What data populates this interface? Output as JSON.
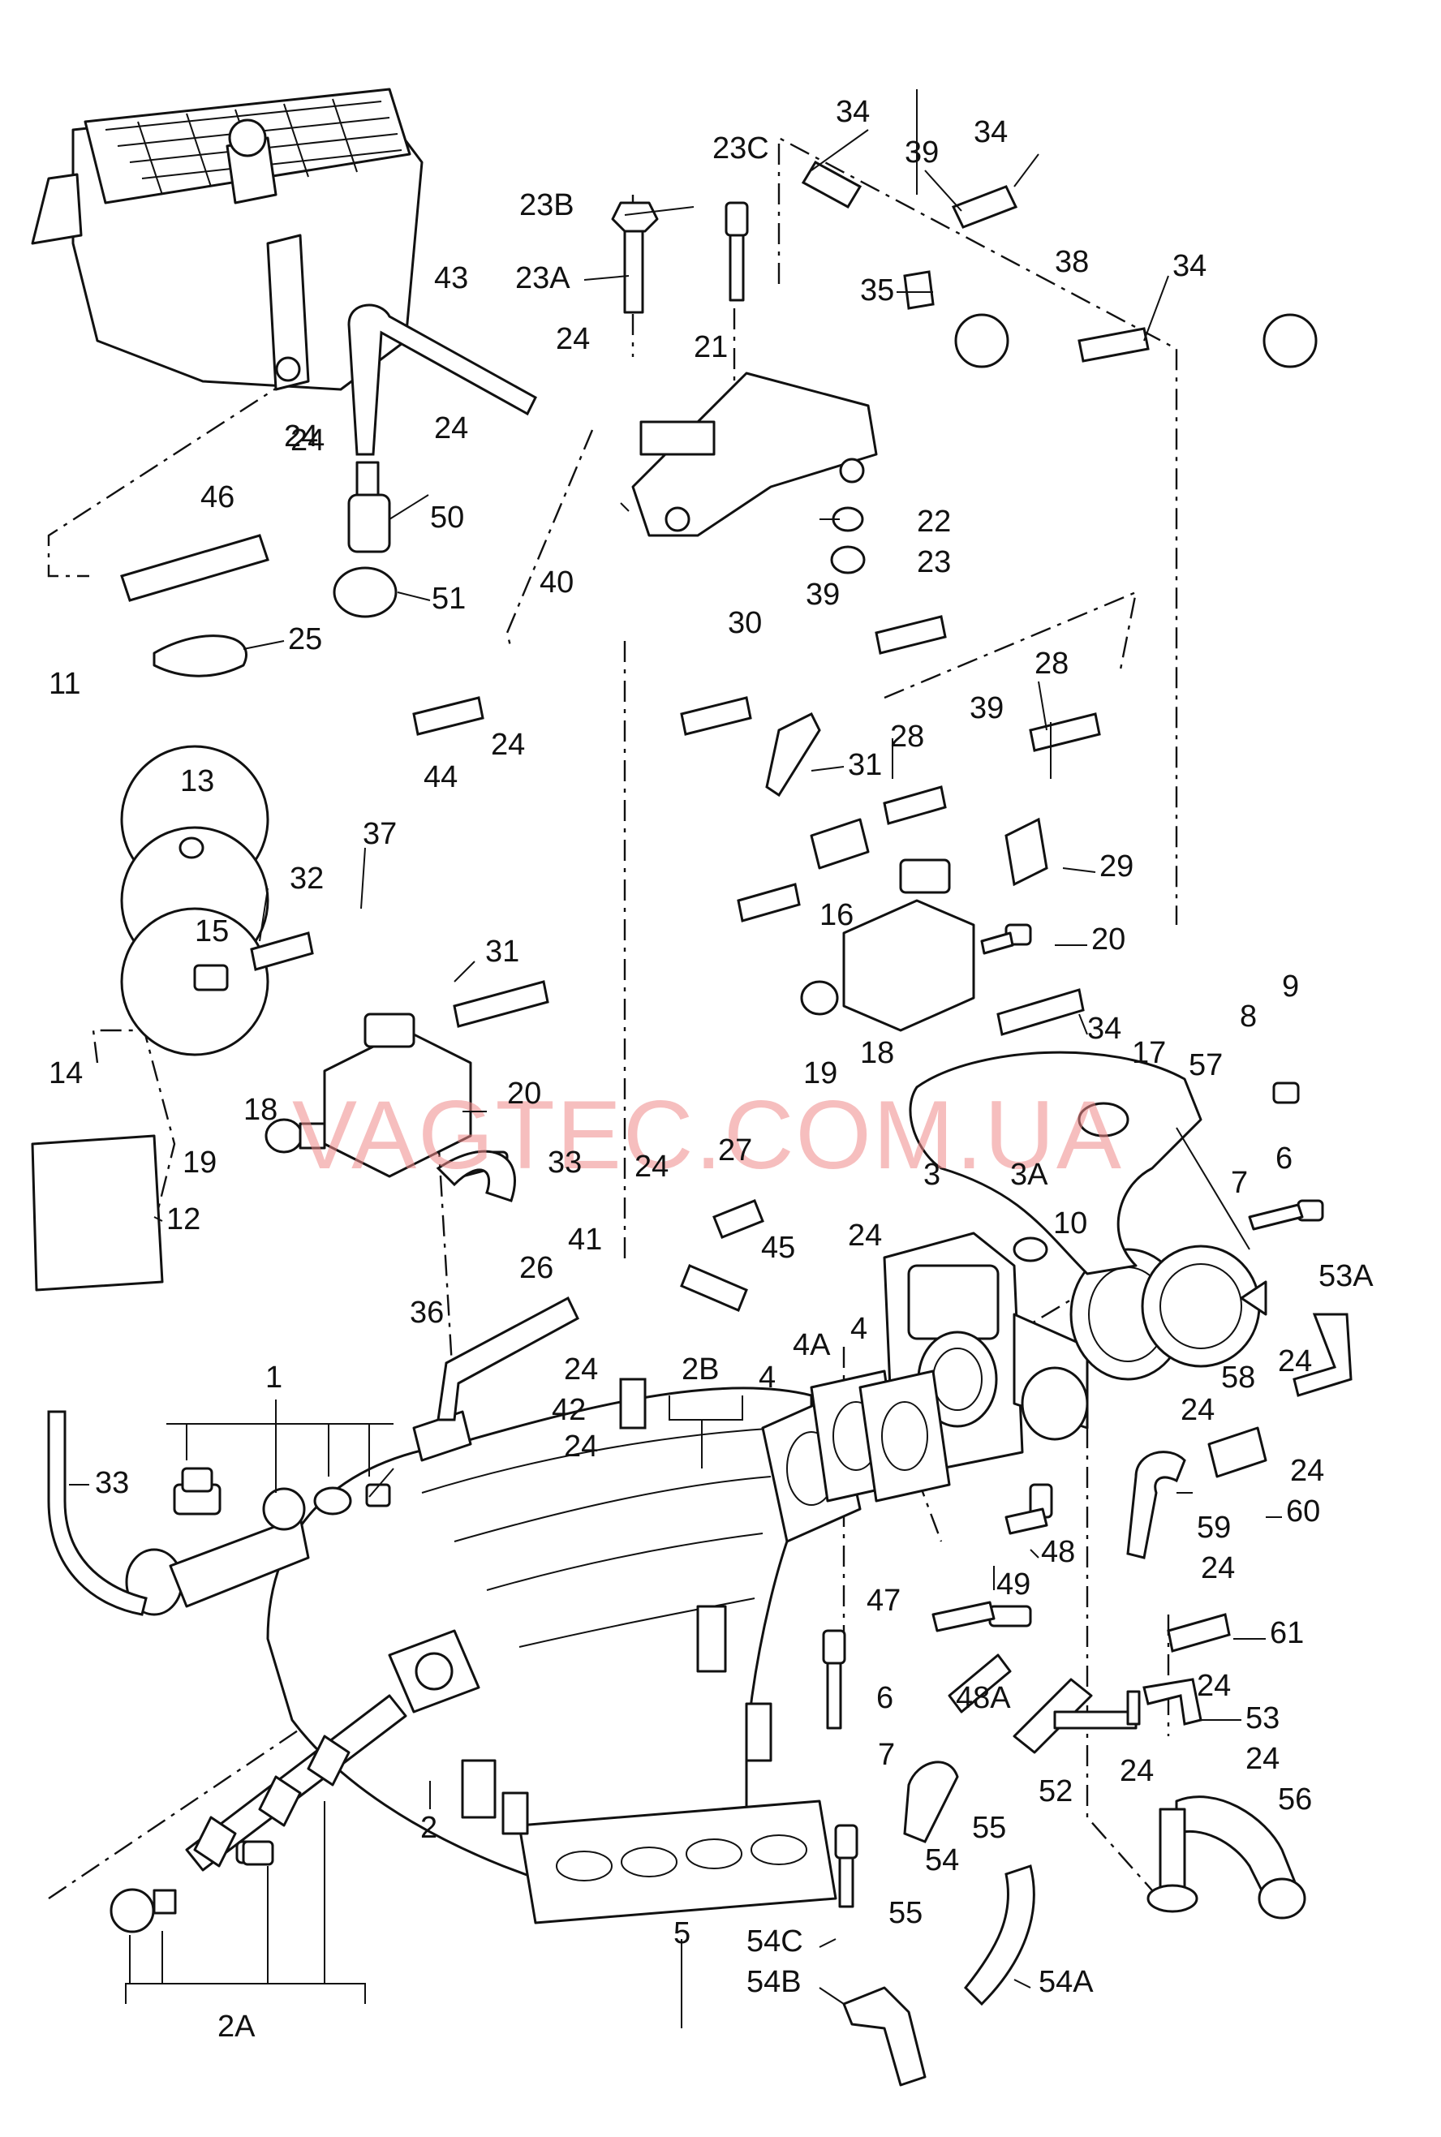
{
  "watermark": "VAGTEC.COM.UA",
  "labels": {
    "l1": "1",
    "l2": "2",
    "l2A": "2A",
    "l2B": "2B",
    "l3": "3",
    "l3A": "3A",
    "l4a": "4",
    "l4b": "4",
    "l4c": "4",
    "l4A": "4A",
    "l5": "5",
    "l6a": "6",
    "l6b": "6",
    "l7a": "7",
    "l7b": "7",
    "l8": "8",
    "l9": "9",
    "l10": "10",
    "l11": "11",
    "l12": "12",
    "l13": "13",
    "l14": "14",
    "l15": "15",
    "l16": "16",
    "l17": "17",
    "l18a": "18",
    "l18b": "18",
    "l19a": "19",
    "l19b": "19",
    "l20a": "20",
    "l20b": "20",
    "l21": "21",
    "l22": "22",
    "l23": "23",
    "l23A": "23A",
    "l23B": "23B",
    "l23C": "23C",
    "l24a": "24",
    "l24b": "24",
    "l24c": "24",
    "l24d": "24",
    "l24e": "24",
    "l24f": "24",
    "l24g": "24",
    "l24h": "24",
    "l24i": "24",
    "l24j": "24",
    "l24k": "24",
    "l24l": "24",
    "l24m": "24",
    "l24n": "24",
    "l24o": "24",
    "l24p": "24",
    "l25": "25",
    "l26": "26",
    "l27": "27",
    "l28a": "28",
    "l28b": "28",
    "l29": "29",
    "l30": "30",
    "l31a": "31",
    "l31b": "31",
    "l32": "32",
    "l33a": "33",
    "l33b": "33",
    "l34a": "34",
    "l34b": "34",
    "l34c": "34",
    "l34d": "34",
    "l35": "35",
    "l36": "36",
    "l37": "37",
    "l38": "38",
    "l39a": "39",
    "l39b": "39",
    "l39c": "39",
    "l40": "40",
    "l41": "41",
    "l42": "42",
    "l43": "43",
    "l44": "44",
    "l45": "45",
    "l46": "46",
    "l47": "47",
    "l48": "48",
    "l48A": "48A",
    "l49": "49",
    "l50": "50",
    "l51": "51",
    "l52": "52",
    "l53": "53",
    "l53A": "53A",
    "l54": "54",
    "l54A": "54A",
    "l54B": "54B",
    "l54C": "54C",
    "l55a": "55",
    "l55b": "55",
    "l56": "56",
    "l57": "57",
    "l58": "58",
    "l59": "59",
    "l60": "60",
    "l61": "61"
  }
}
